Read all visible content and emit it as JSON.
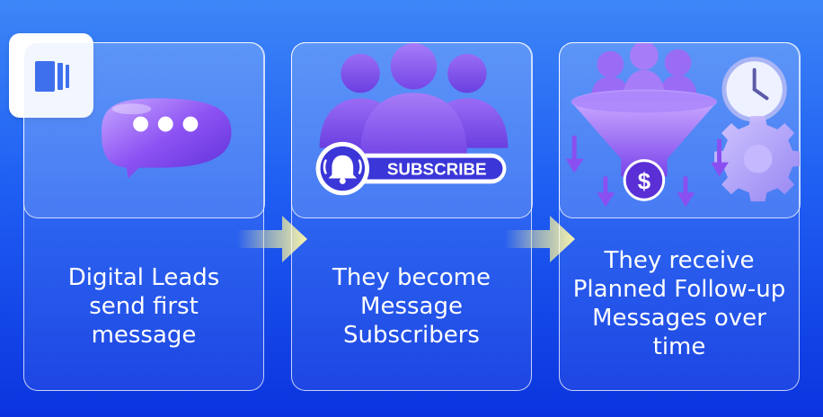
{
  "logo": {
    "icon": "book-stack-icon",
    "color": "#0d49e8"
  },
  "steps": [
    {
      "text": "Digital Leads send first message",
      "icon": "chat-bubble-icon"
    },
    {
      "text": "They become Message Subscribers",
      "icon": "subscribers-group-icon",
      "badge": "SUBSCRIBE"
    },
    {
      "text": "They receive Planned Follow-up Messages over time",
      "icon": "funnel-icon"
    }
  ],
  "colors": {
    "accent_purple": "#8a4ff0",
    "arrow_yellow": "#f2ee9a",
    "background": "#1f5ef2"
  }
}
